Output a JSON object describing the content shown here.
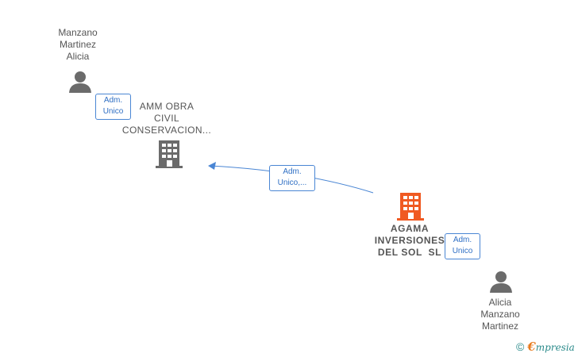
{
  "nodes": {
    "person_top": {
      "lines": [
        "Manzano",
        "Martinez",
        "Alicia"
      ],
      "icon": "person-icon"
    },
    "company_amm": {
      "lines": [
        "AMM OBRA",
        "CIVIL",
        "CONSERVACION..."
      ],
      "icon": "building-icon"
    },
    "company_agama": {
      "lines": [
        "AGAMA",
        "INVERSIONES",
        "DEL SOL  SL"
      ],
      "icon": "building-icon"
    },
    "person_bottom": {
      "lines": [
        "Alicia",
        "Manzano",
        "Martinez"
      ],
      "icon": "person-icon"
    }
  },
  "edges": {
    "top_person_role": {
      "lines": [
        "Adm.",
        "Unico"
      ]
    },
    "agama_to_amm_role": {
      "lines": [
        "Adm.",
        "Unico,..."
      ]
    },
    "bottom_person_role": {
      "lines": [
        "Adm.",
        "Unico"
      ]
    }
  },
  "footer": {
    "copyright_symbol": "©",
    "brand_first": "€",
    "brand_rest": "mpresia"
  },
  "colors": {
    "node_gray": "#6b6b6b",
    "main_company": "#f05a22",
    "edge_blue": "#4a86d4",
    "label_gray": "#555555"
  }
}
